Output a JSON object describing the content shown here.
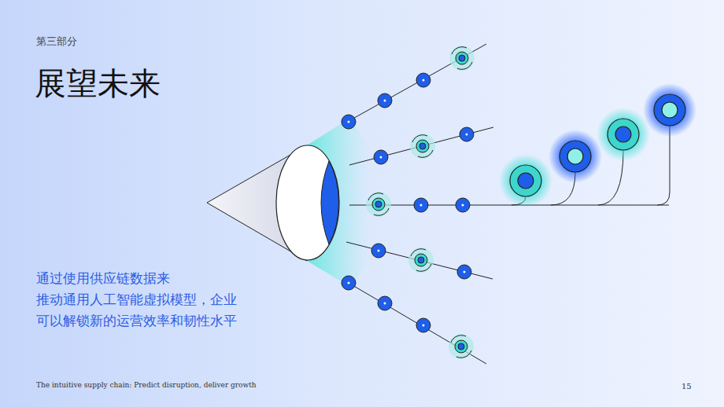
{
  "diagram": {
    "title": "展望未来",
    "labels": [
      "第三部分",
      "通过使用供应链数据来",
      "推动通用人工智能虚拟模型，企业",
      "可以解锁新的运营效率和韧性水平",
      "The intuitive supply chain: Predict disruption, deliver growth",
      "15"
    ]
  }
}
